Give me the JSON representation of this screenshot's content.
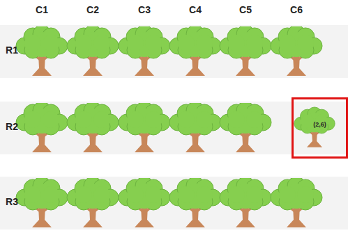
{
  "diagram": {
    "nodes": [
      {
        "text": [
          "(2,6)"
        ]
      }
    ],
    "labels": [
      "C1",
      "C2",
      "C3",
      "C4",
      "C5",
      "C6",
      "R1",
      "R2",
      "R3"
    ]
  }
}
